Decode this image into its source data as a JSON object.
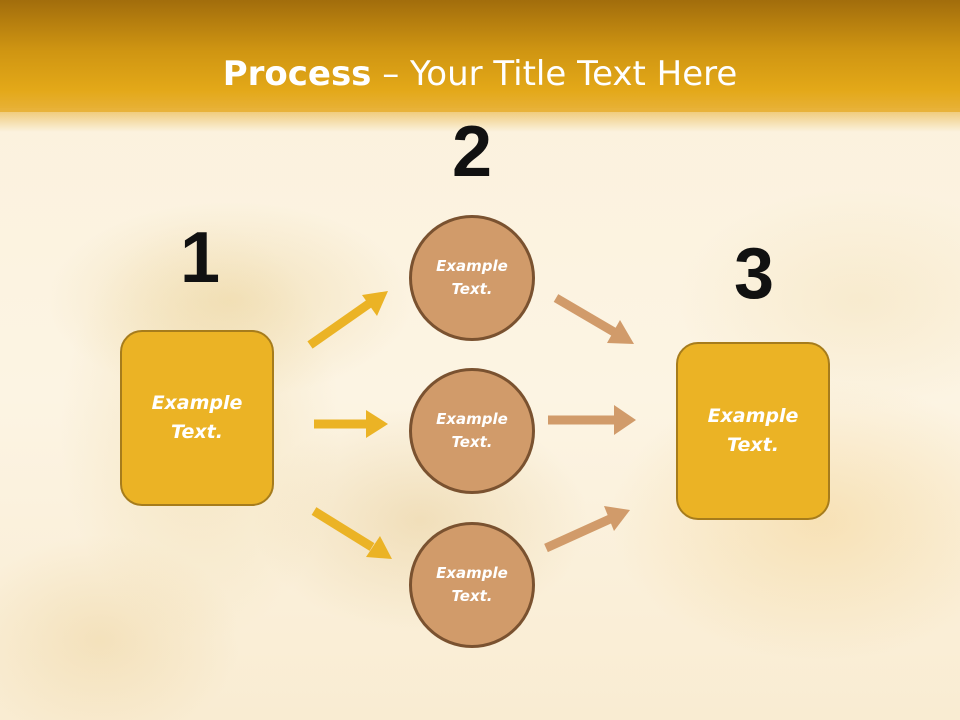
{
  "slide": {
    "title_bold": "Process",
    "title_rest": " – Your Title Text Here"
  },
  "steps": {
    "num1": "1",
    "num2": "2",
    "num3": "3",
    "box1_line1": "Example",
    "box1_line2": "Text.",
    "box3_line1": "Example",
    "box3_line2": "Text."
  },
  "circles": [
    {
      "line1": "Example",
      "line2": "Text."
    },
    {
      "line1": "Example",
      "line2": "Text."
    },
    {
      "line1": "Example",
      "line2": "Text."
    }
  ],
  "colors": {
    "header": "#d99e14",
    "box_fill": "#ebb325",
    "circle_fill": "#d19b6a",
    "arrow_gold": "#ebb325",
    "arrow_tan": "#d19b6a"
  }
}
